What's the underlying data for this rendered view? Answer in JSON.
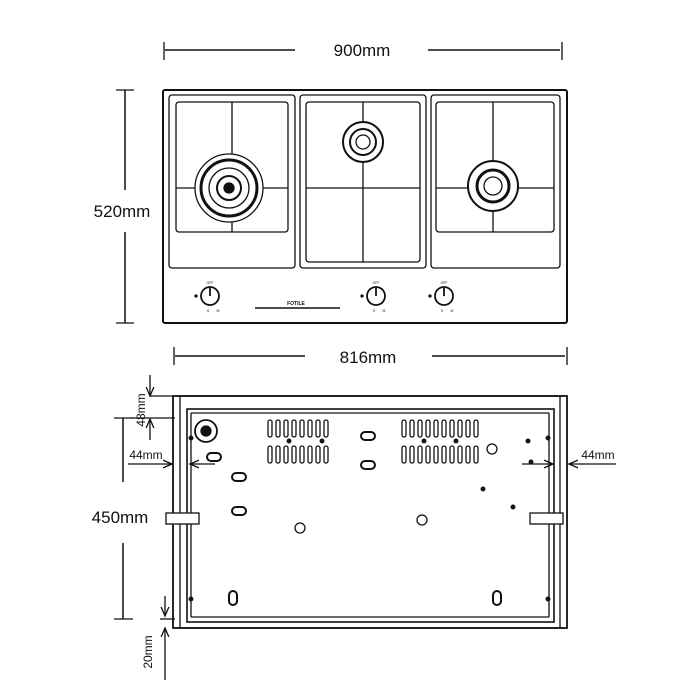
{
  "title": "Gas hob dimension drawing",
  "top_view": {
    "width_label": "900mm",
    "height_label": "520mm",
    "brand": "FOTILE",
    "knob_labels": {
      "off": "OFF",
      "low": "S",
      "high": "M"
    }
  },
  "bottom_view": {
    "width_label": "816mm",
    "height_label": "450mm",
    "top_margin_label": "48mm",
    "left_margin_label": "44mm",
    "right_margin_label": "44mm",
    "bottom_margin_label": "20mm"
  },
  "colors": {
    "line": "#111111",
    "background": "#ffffff"
  }
}
